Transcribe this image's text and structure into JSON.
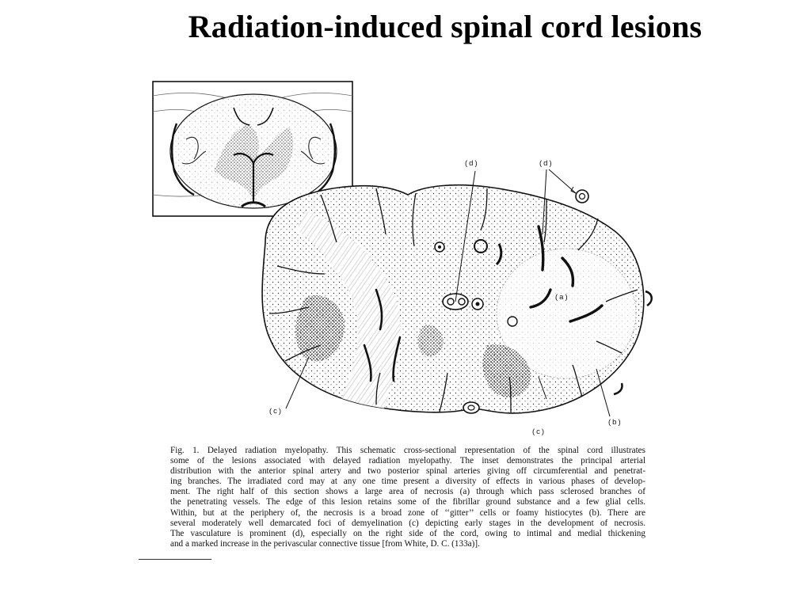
{
  "slide": {
    "title": "Radiation-induced spinal cord lesions"
  },
  "figure": {
    "labels": {
      "d_center": "(d)",
      "d_right": "(d)",
      "a": "(a)",
      "b": "(b)",
      "c_left": "(c)",
      "c_right": "(c)"
    },
    "caption_lines": [
      "Fig. 1. Delayed radiation myelopathy. This schematic cross-sectional representation of the spinal cord illustrates",
      "some of the lesions associated with delayed radiation myelopathy. The inset demonstrates the principal arterial",
      "distribution with the anterior spinal artery and two posterior spinal arteries giving off circumferential and penetrat-",
      "ing branches. The irradiated cord may at any one time present a diversity of effects in various phases of develop-",
      "ment. The right half of this section shows a large area of necrosis (a) through which pass sclerosed branches of",
      "the penetrating vessels. The edge of this lesion retains some of the fibrillar ground substance and a few glial cells.",
      "Within, but at the periphery of, the necrosis is a broad zone of ‘‘gitter’’ cells or foamy histiocytes (b). There are",
      "several moderately well demarcated foci of demyelination (c) depicting early stages in the development of necrosis.",
      "The vasculature is prominent (d), especially on the right side of the cord, owing to intimal and medial thickening",
      "and a marked increase in the perivascular connective tissue [from White, D. C. (133a)]."
    ]
  }
}
